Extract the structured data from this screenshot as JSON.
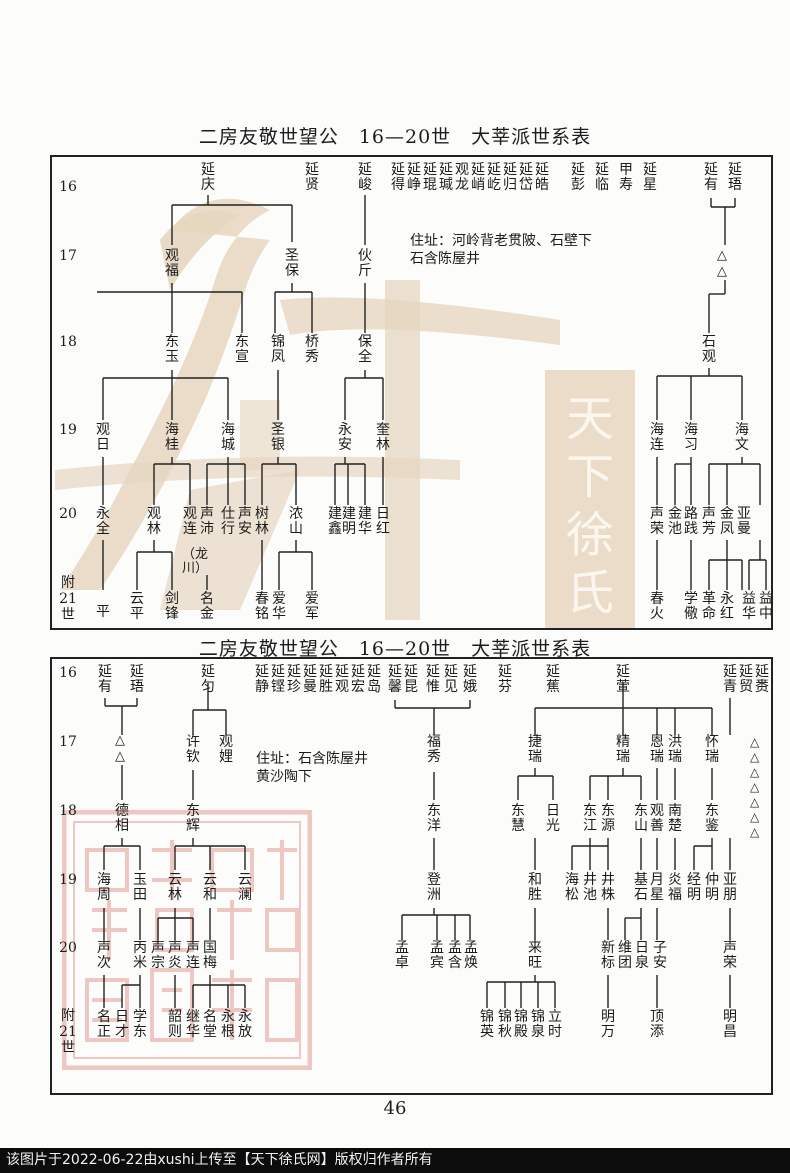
{
  "top_title": "二房友敬世望公　16—20世　大莘派世系表",
  "bottom_title": "二房友敬世望公　16—20世　大莘派世系表",
  "generations_top": [
    "16",
    "17",
    "18",
    "19",
    "20",
    "附\n21\n世"
  ],
  "generations_bottom": [
    "16",
    "17",
    "18",
    "19",
    "20",
    "附\n21\n世"
  ],
  "top_names": {
    "yanqing": "延庆",
    "yanxian": "延贤",
    "yanjun": "延峻",
    "row16_group": [
      "延得",
      "延峥",
      "延琨",
      "延瑊",
      "观龙",
      "延峭",
      "延屹",
      "延归",
      "延岱",
      "延皓",
      "延彭",
      "延临",
      "甲寿",
      "延星"
    ],
    "yanyou": "延有",
    "yanxia": "延珸",
    "guanfu": "观福",
    "shengbao": "圣保",
    "huojin": "伙斤",
    "dongyu": "东玉",
    "dongxuan": "东宣",
    "jinfeng": "锦凤",
    "qiaoxiu": "桥秀",
    "baoquan": "保全",
    "shiguan": "石观",
    "guanri": "观日",
    "haigui": "海桂",
    "haicheng": "海城",
    "shengyin": "圣银",
    "yongan": "永安",
    "kuilin": "奎林",
    "hailian": "海连",
    "haixi": "海习",
    "haiwen": "海文",
    "yongquan": "永全",
    "guanlin": "观林",
    "guanlian": "观连",
    "shengpei": "声沛",
    "shiyu": "仕行",
    "shengan": "声安",
    "shulin": "树林",
    "nongshan": "浓山",
    "jianxin": "建鑫",
    "jianming": "建明",
    "jianhua": "建华",
    "rihong": "日红",
    "shengrong": "声荣",
    "jinchi": "金池",
    "lujian": "路践",
    "shengfang": "声芳",
    "jinfeng2": "金凤",
    "yaman": "亚曼",
    "longchuan": "（龙川）",
    "ping": "平",
    "yunping": "云平",
    "jianfeng": "剑锋",
    "mingjin": "名金",
    "chunming": "春铭",
    "aihua": "爱华",
    "aijun": "爱军",
    "chunhuo": "春火",
    "xuejie": "学儆",
    "geming": "革命",
    "yonghong": "永红",
    "yizhong": "益中",
    "yihua": "益华"
  },
  "top_note": "住址：河岭背老贯陂、石壁下\n石含陈屋井",
  "bottom_names": {
    "yanyou": "延有",
    "yanxia": "延珸",
    "yanyun": "延匀",
    "group1": [
      "延静",
      "延铿",
      "延珍",
      "延曼",
      "延胜",
      "延观",
      "延宏",
      "延岛"
    ],
    "group2": [
      "延馨",
      "延昆",
      "延惟",
      "延见",
      "延娥"
    ],
    "yanfen": "延芬",
    "yanjiao": "延蕉",
    "yanxuan": "延萱",
    "yanqing": "延青",
    "yanmao": "延贸",
    "yanshe": "延赉",
    "xuqin": "许钦",
    "guanli": "观娌",
    "fuxiu": "福秀",
    "jierui": "捷瑞",
    "jingrui": "精瑞",
    "enrui": "恩瑞",
    "hongrui": "洪瑞",
    "huairui": "怀瑞",
    "dexiang": "德相",
    "donghui": "东辉",
    "dongyang": "东洋",
    "donghui2": "东慧",
    "riguang": "日光",
    "dongjiang": "东江",
    "dongyuan": "东源",
    "dongshan": "东山",
    "guanshan": "观善",
    "nanchu": "南楚",
    "dongjian": "东鉴",
    "haizhou": "海周",
    "yutian": "玉田",
    "yunlin": "云林",
    "yunhe": "云和",
    "yunlan": "云澜",
    "dengzhou": "登洲",
    "hesheng": "和胜",
    "haisong": "海松",
    "jingchi": "井池",
    "jingzhu": "井株",
    "jishi": "基石",
    "yuexing": "月星",
    "yanfu": "炎福",
    "jingming": "经明",
    "zhongming": "仲明",
    "yapeng": "亚朋",
    "shengci": "声次",
    "bingmi": "丙米",
    "shengzong": "声宗",
    "shengyan": "声炎",
    "shenglian": "声连",
    "guomei": "国梅",
    "mengzhuo": "孟卓",
    "mengbin": "孟宾",
    "menghan": "孟含",
    "menghuan": "孟焕",
    "laiwang": "来旺",
    "xinbiao": "新标",
    "weituan": "维团",
    "riquan": "日泉",
    "zian": "子安",
    "shengrong": "声荣",
    "mingzheng": "名正",
    "ricai": "日才",
    "xuedong": "学东",
    "zhaoze": "韶则",
    "jihua": "继华",
    "mingtang": "名堂",
    "yonggen": "永根",
    "yongfang": "永放",
    "jinying": "锦英",
    "jinqiu": "锦秋",
    "jindian": "锦殿",
    "jinquan": "锦泉",
    "lishi": "立时",
    "mingwan": "明万",
    "dingtian": "顶添",
    "mingchang": "明昌"
  },
  "bottom_note": "住址：石含陈屋井\n黄沙陶下",
  "watermark_text": "天下徐氏",
  "page_number": "46",
  "footer_text": "该图片于2022-06-22由xushi上传至【天下徐氏网】版权归作者所有",
  "colors": {
    "watermark": "#e6d6c0",
    "seal": "#eec7c3",
    "footer_bg": "#0c0c0c"
  }
}
